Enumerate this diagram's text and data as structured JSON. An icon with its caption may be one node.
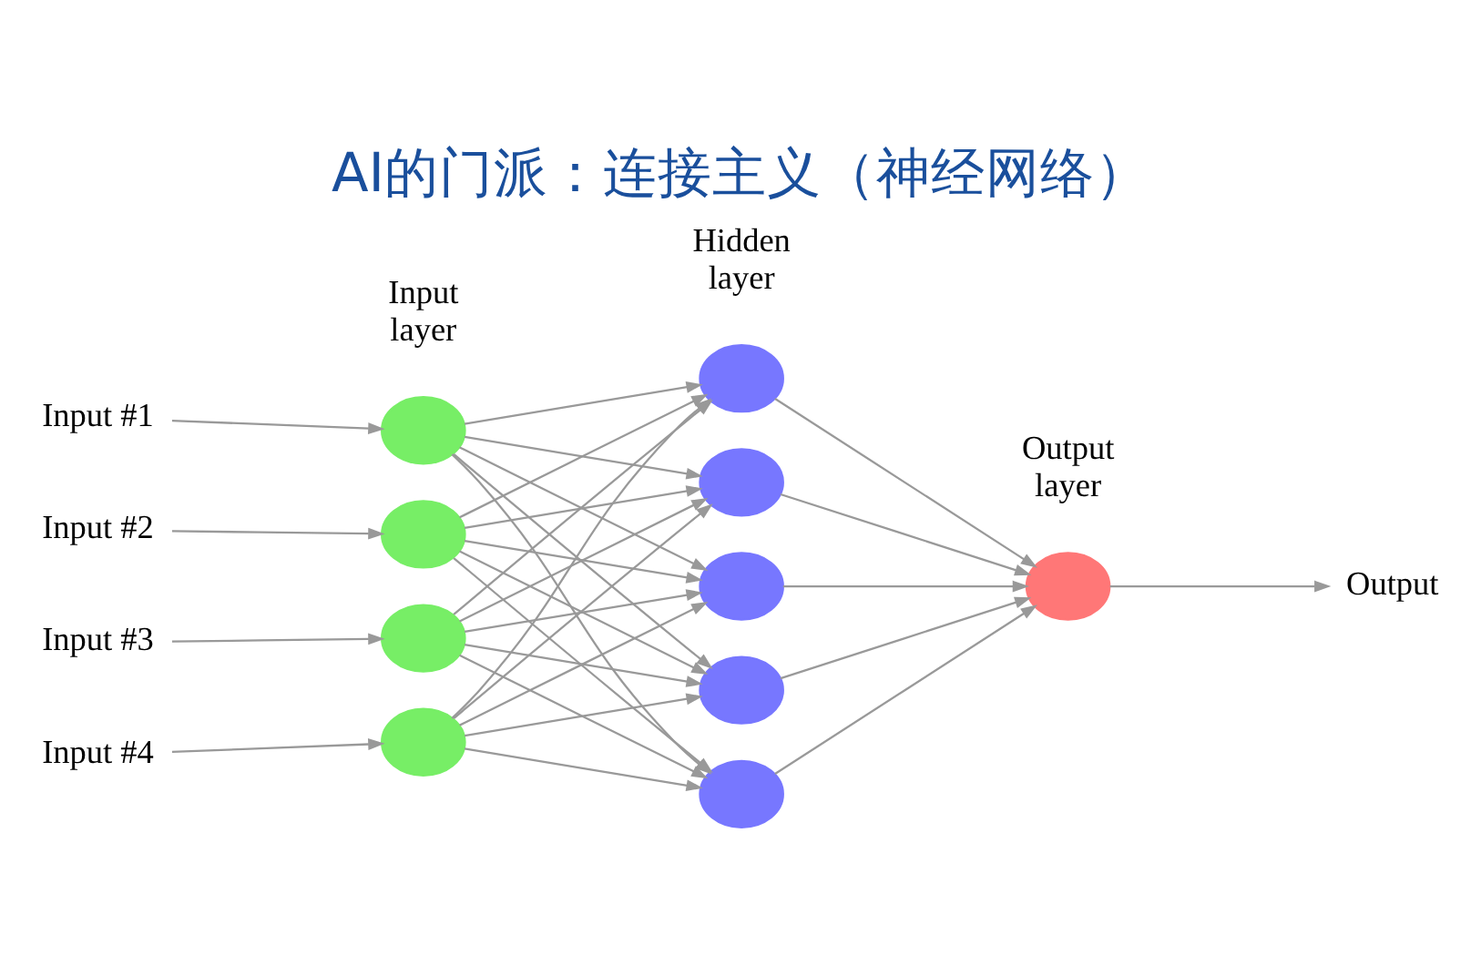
{
  "diagram": {
    "title": "AI的门派：连接主义（神经网络）",
    "nodes": [
      {
        "text": [
          "Input #1"
        ]
      },
      {
        "text": [
          "Input #2"
        ]
      },
      {
        "text": [
          "Input #3"
        ]
      },
      {
        "text": [
          "Input #4"
        ]
      },
      {
        "text": [],
        "shape": "circle"
      },
      {
        "text": [],
        "shape": "circle"
      },
      {
        "text": [],
        "shape": "circle"
      },
      {
        "text": [],
        "shape": "circle"
      },
      {
        "text": [],
        "shape": "circle"
      },
      {
        "text": [],
        "shape": "circle"
      },
      {
        "text": [],
        "shape": "circle"
      },
      {
        "text": [],
        "shape": "circle"
      },
      {
        "text": [],
        "shape": "circle"
      },
      {
        "text": [],
        "shape": "circle"
      },
      {
        "text": [
          "Output"
        ]
      }
    ],
    "edges": [
      {
        "from": 0,
        "to": 4,
        "arrow": "to"
      },
      {
        "from": 1,
        "to": 5,
        "arrow": "to"
      },
      {
        "from": 2,
        "to": 6,
        "arrow": "to"
      },
      {
        "from": 3,
        "to": 7,
        "arrow": "to"
      },
      {
        "from": 4,
        "to": 8,
        "arrow": "to"
      },
      {
        "from": 4,
        "to": 9,
        "arrow": "to"
      },
      {
        "from": 4,
        "to": 10,
        "arrow": "to"
      },
      {
        "from": 4,
        "to": 11,
        "arrow": "to"
      },
      {
        "from": 4,
        "to": 12,
        "arrow": "to"
      },
      {
        "from": 5,
        "to": 8,
        "arrow": "to"
      },
      {
        "from": 5,
        "to": 9,
        "arrow": "to"
      },
      {
        "from": 5,
        "to": 10,
        "arrow": "to"
      },
      {
        "from": 5,
        "to": 11,
        "arrow": "to"
      },
      {
        "from": 5,
        "to": 12,
        "arrow": "to"
      },
      {
        "from": 6,
        "to": 8,
        "arrow": "to"
      },
      {
        "from": 6,
        "to": 9,
        "arrow": "to"
      },
      {
        "from": 6,
        "to": 10,
        "arrow": "to"
      },
      {
        "from": 6,
        "to": 11,
        "arrow": "to"
      },
      {
        "from": 6,
        "to": 12,
        "arrow": "to"
      },
      {
        "from": 7,
        "to": 8,
        "arrow": "to"
      },
      {
        "from": 7,
        "to": 9,
        "arrow": "to"
      },
      {
        "from": 7,
        "to": 10,
        "arrow": "to"
      },
      {
        "from": 7,
        "to": 11,
        "arrow": "to"
      },
      {
        "from": 7,
        "to": 12,
        "arrow": "to"
      },
      {
        "from": 8,
        "to": 13,
        "arrow": "to"
      },
      {
        "from": 9,
        "to": 13,
        "arrow": "to"
      },
      {
        "from": 10,
        "to": 13,
        "arrow": "to"
      },
      {
        "from": 11,
        "to": 13,
        "arrow": "to"
      },
      {
        "from": 12,
        "to": 13,
        "arrow": "to"
      },
      {
        "from": 13,
        "to": 14,
        "arrow": "to"
      }
    ],
    "labels": [
      "Input layer",
      "Hidden layer",
      "Output layer"
    ]
  }
}
